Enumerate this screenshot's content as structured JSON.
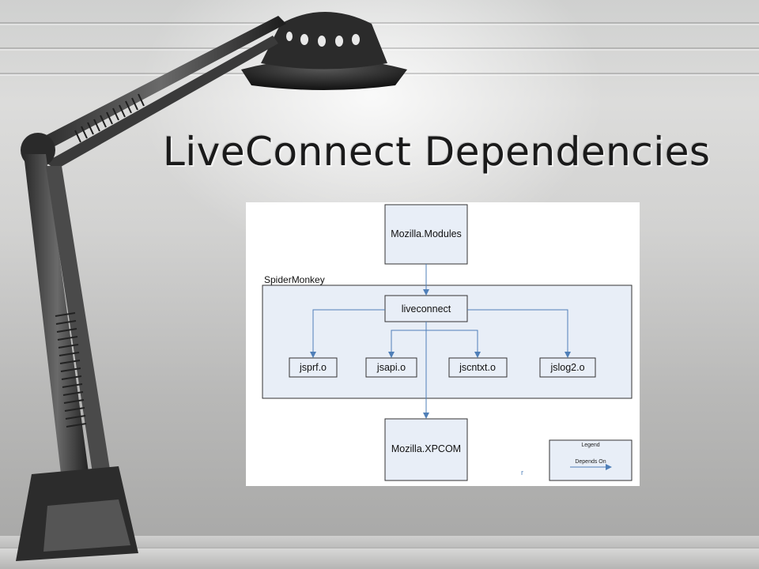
{
  "slide": {
    "title": "LiveConnect Dependencies"
  },
  "diagram": {
    "container": {
      "label": "SpiderMonkey"
    },
    "nodes": {
      "mozilla_modules": "Mozilla.Modules",
      "liveconnect": "liveconnect",
      "jsprf": "jsprf.o",
      "jsapi": "jsapi.o",
      "jscntxt": "jscntxt.o",
      "jslog2": "jslog2.o",
      "mozilla_xpcom": "Mozilla.XPCOM"
    },
    "legend": {
      "title": "Legend",
      "entry": "Depends On"
    },
    "stray_mark": "r",
    "colors": {
      "node_fill": "#e8eef7",
      "container_fill": "#e8eef7",
      "arrow": "#4f7fb8",
      "border": "#333333"
    }
  }
}
